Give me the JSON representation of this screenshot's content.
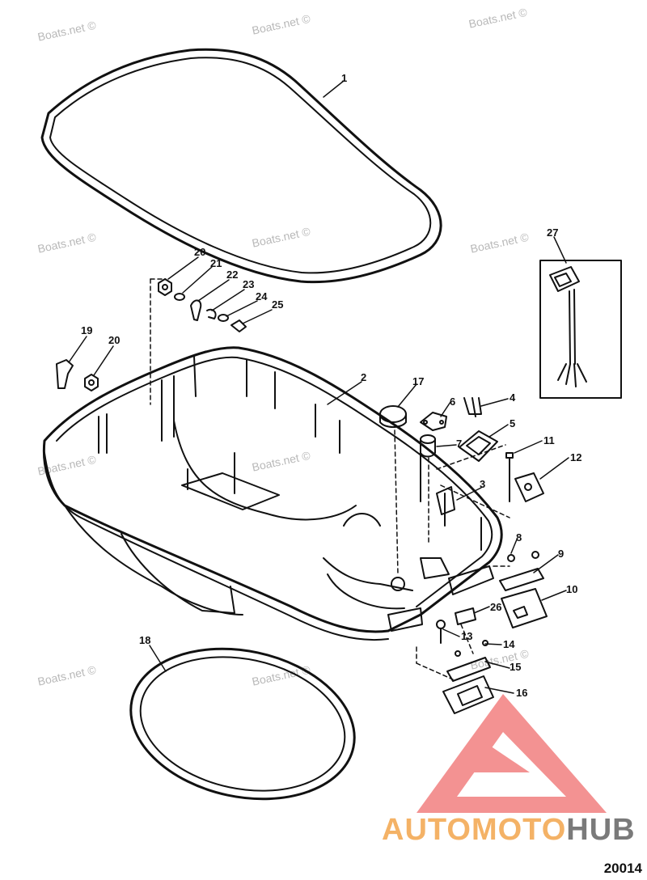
{
  "watermark": "Boats.net ©",
  "diagram_id": "20014",
  "logo": {
    "part1": "AUTO",
    "part2": "MOTO",
    "part3": "HUB"
  },
  "colors": {
    "line": "#111111",
    "watermark": "#b9b9b9",
    "logo_red": "#f06e6e",
    "logo_orange": "#f4b266",
    "logo_gray": "#7a7a7a"
  },
  "callouts": {
    "c1": "1",
    "c2": "2",
    "c3": "3",
    "c4": "4",
    "c5": "5",
    "c6": "6",
    "c7": "7",
    "c8": "8",
    "c9": "9",
    "c10": "10",
    "c11": "11",
    "c12": "12",
    "c13": "13",
    "c14": "14",
    "c15": "15",
    "c16": "16",
    "c17": "17",
    "c18": "18",
    "c19": "19",
    "c20a": "20",
    "c20b": "20",
    "c21": "21",
    "c22": "22",
    "c23": "23",
    "c24": "24",
    "c25": "25",
    "c26": "26",
    "c27": "27"
  }
}
